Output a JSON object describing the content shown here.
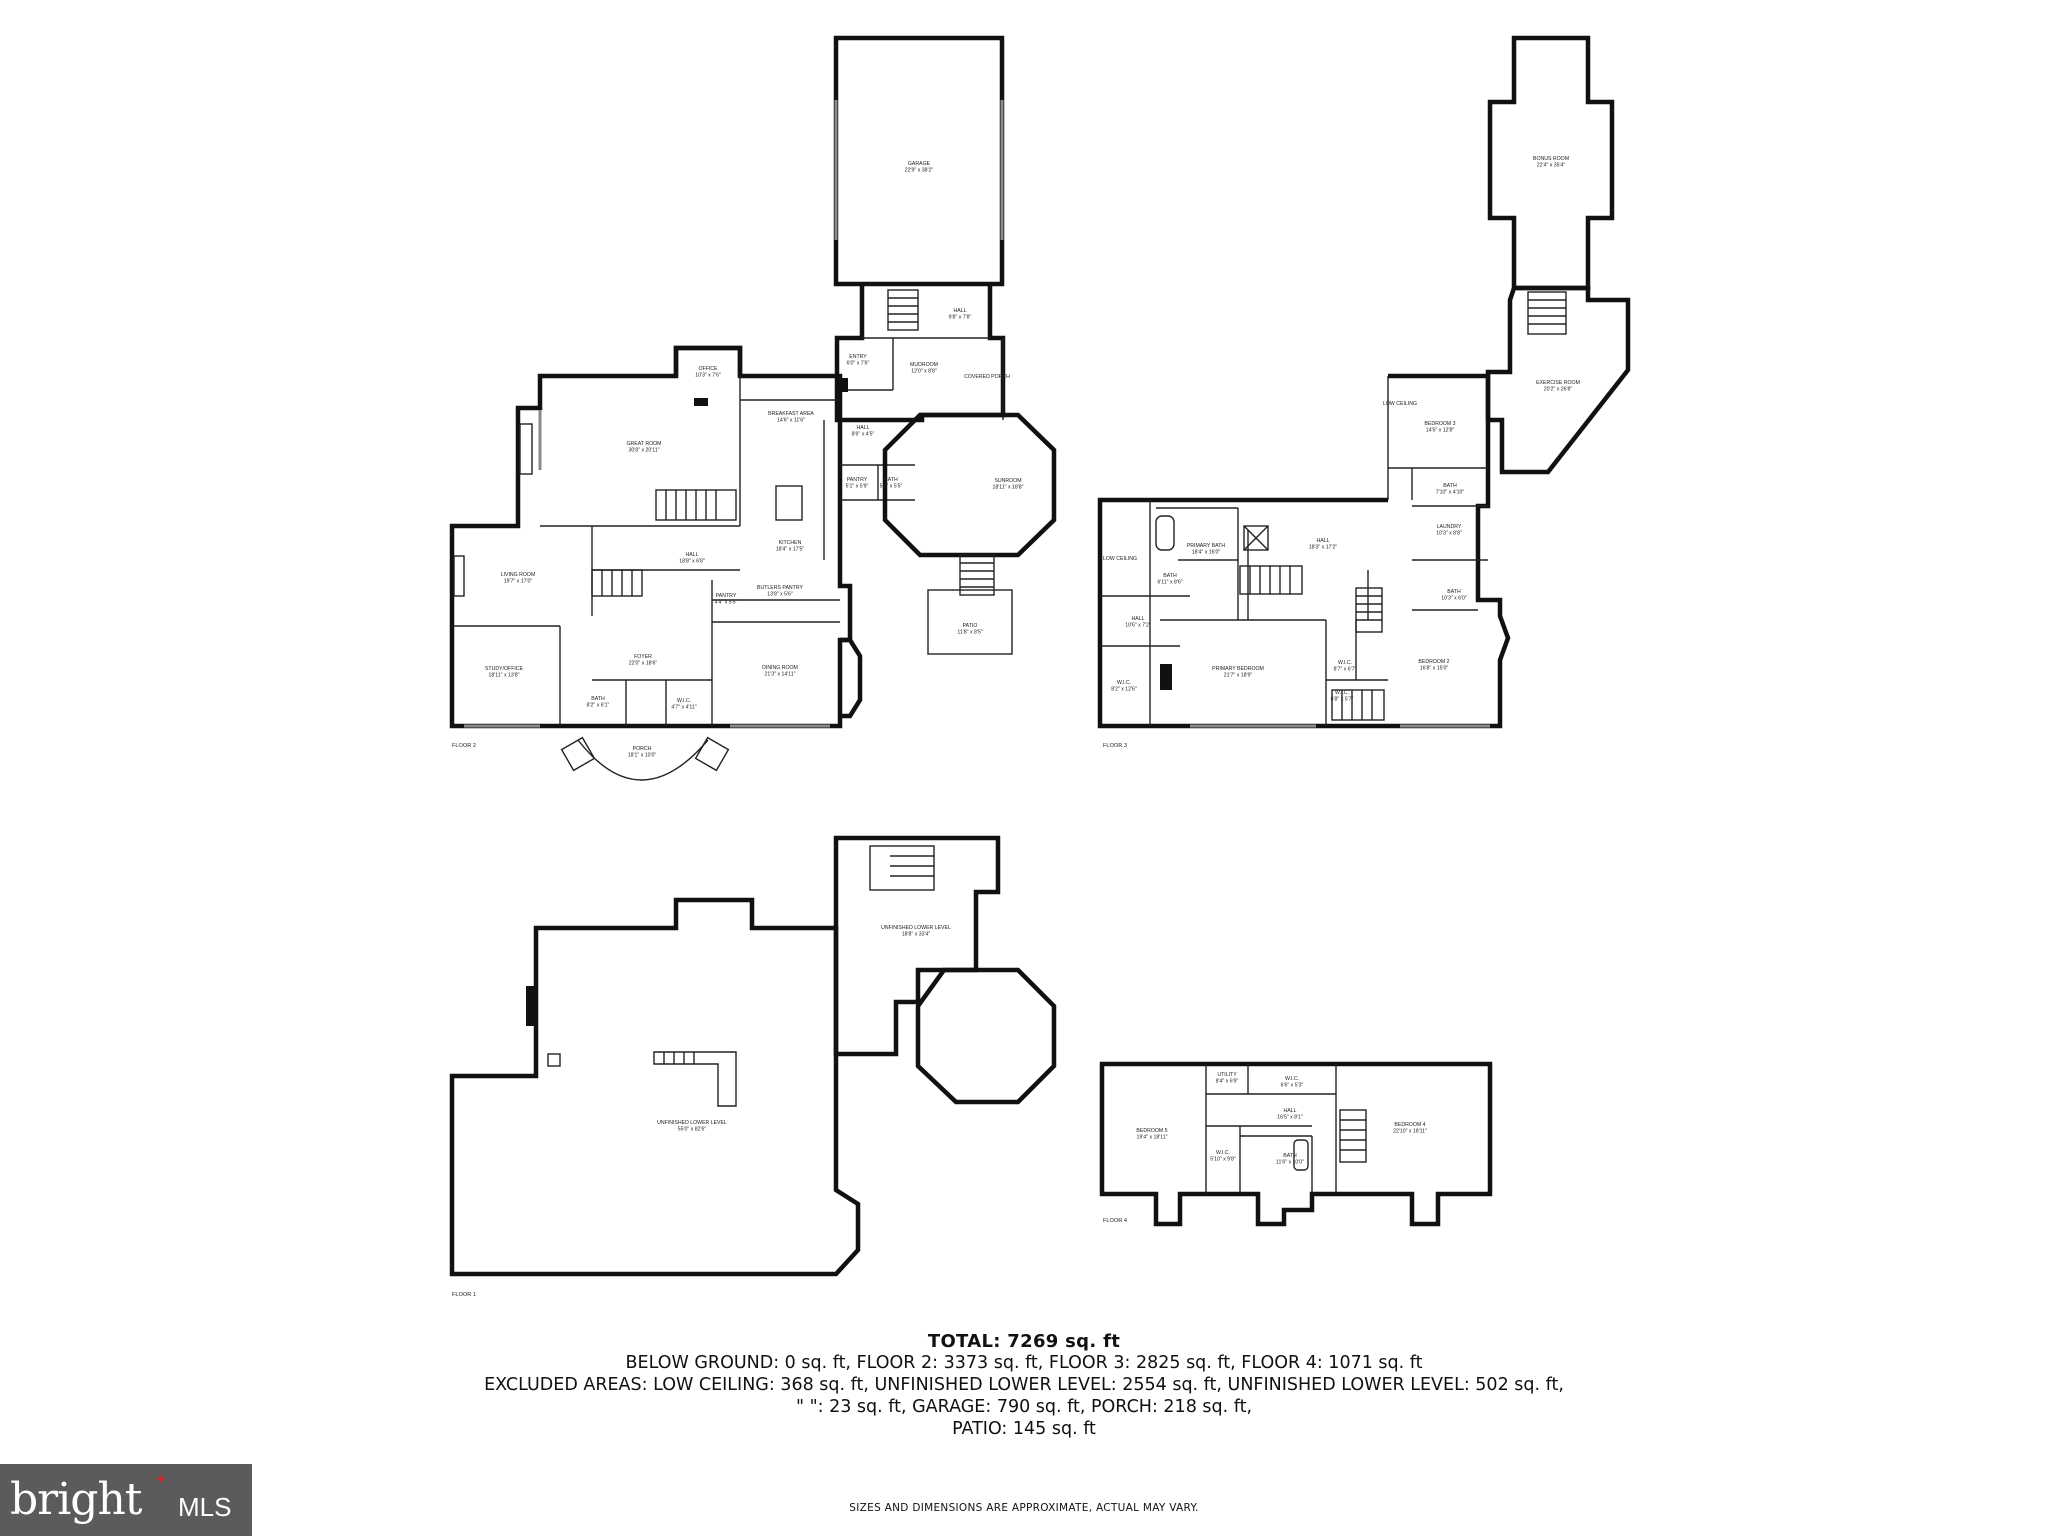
{
  "floors": {
    "floor2": {
      "label": "FLOOR 2",
      "rooms": [
        {
          "name": "GARAGE",
          "dims": "22'9\" x 38'2\""
        },
        {
          "name": "HALL",
          "dims": "9'8\" x 7'8\""
        },
        {
          "name": "ENTRY",
          "dims": "6'0\" x 7'6\""
        },
        {
          "name": "MUDROOM",
          "dims": "12'0\" x 8'8\""
        },
        {
          "name": "COVERED PORCH",
          "dims": ""
        },
        {
          "name": "OFFICE",
          "dims": "10'3\" x 7'6\""
        },
        {
          "name": "BREAKFAST AREA",
          "dims": "14'6\" x 11'6\""
        },
        {
          "name": "GREAT ROOM",
          "dims": "30'8\" x 20'11\""
        },
        {
          "name": "HALL",
          "dims": "8'6\" x 4'5\""
        },
        {
          "name": "PANTRY",
          "dims": "5'1\" x 5'9\""
        },
        {
          "name": "BATH",
          "dims": "5'6\" x 5'5\""
        },
        {
          "name": "SUNROOM",
          "dims": "18'11\" x 18'8\""
        },
        {
          "name": "KITCHEN",
          "dims": "18'4\" x 17'5\""
        },
        {
          "name": "LIVING ROOM",
          "dims": "19'7\" x 17'0\""
        },
        {
          "name": "HALL",
          "dims": "18'8\" x 6'8\""
        },
        {
          "name": "PANTRY",
          "dims": "4'4\" x 5'5\""
        },
        {
          "name": "BUTLERS PANTRY",
          "dims": "13'8\" x 5'6\""
        },
        {
          "name": "PATIO",
          "dims": "11'8\" x 8'5\""
        },
        {
          "name": "STUDY/OFFICE",
          "dims": "18'11\" x 13'8\""
        },
        {
          "name": "FOYER",
          "dims": "22'0\" x 18'6\""
        },
        {
          "name": "DINING ROOM",
          "dims": "21'3\" x 14'11\""
        },
        {
          "name": "BATH",
          "dims": "8'2\" x 6'1\""
        },
        {
          "name": "W.I.C.",
          "dims": "4'7\" x 4'11\""
        },
        {
          "name": "PORCH",
          "dims": "18'1\" x 10'0\""
        }
      ]
    },
    "floor3": {
      "label": "FLOOR 3",
      "rooms": [
        {
          "name": "BONUS ROOM",
          "dims": "22'4\" x 35'4\""
        },
        {
          "name": "EXERCISE ROOM",
          "dims": "20'2\" x 26'8\""
        },
        {
          "name": "BEDROOM 3",
          "dims": "14'5\" x 12'8\""
        },
        {
          "name": "BATH",
          "dims": "7'10\" x 4'10\""
        },
        {
          "name": "LOW CEILING",
          "dims": ""
        },
        {
          "name": "LAUNDRY",
          "dims": "10'3\" x 8'8\""
        },
        {
          "name": "PRIMARY BATH",
          "dims": "18'4\" x 16'0\""
        },
        {
          "name": "HALL",
          "dims": "18'3\" x 17'2\""
        },
        {
          "name": "LOW CEILING",
          "dims": ""
        },
        {
          "name": "BATH",
          "dims": "6'11\" x 8'6\""
        },
        {
          "name": "BATH",
          "dims": "10'3\" x 6'0\""
        },
        {
          "name": "HALL",
          "dims": "10'6\" x 7'2\""
        },
        {
          "name": "PRIMARY BEDROOM",
          "dims": "21'7\" x 18'9\""
        },
        {
          "name": "W.I.C.",
          "dims": "8'7\" x 6'7\""
        },
        {
          "name": "BEDROOM 2",
          "dims": "16'8\" x 15'0\""
        },
        {
          "name": "W.I.C.",
          "dims": "8'2\" x 12'6\""
        },
        {
          "name": "W.I.C.",
          "dims": "6'8\" x 5'7\""
        }
      ]
    },
    "floor1": {
      "label": "FLOOR 1",
      "rooms": [
        {
          "name": "UNFINISHED LOWER LEVEL",
          "dims": "18'8\" x 33'4\""
        },
        {
          "name": "UNFINISHED LOWER LEVEL",
          "dims": "55'0\" x 82'6\""
        }
      ]
    },
    "floor4": {
      "label": "FLOOR 4",
      "rooms": [
        {
          "name": "UTILITY",
          "dims": "8'4\" x 6'9\""
        },
        {
          "name": "W.I.C.",
          "dims": "6'6\" x 5'3\""
        },
        {
          "name": "HALL",
          "dims": "16'5\" x 8'1\""
        },
        {
          "name": "BEDROOM 5",
          "dims": "19'4\" x 18'11\""
        },
        {
          "name": "BEDROOM 4",
          "dims": "22'10\" x 18'11\""
        },
        {
          "name": "W.I.C.",
          "dims": "5'10\" x 9'8\""
        },
        {
          "name": "BATH",
          "dims": "11'6\" x 10'0\""
        }
      ]
    }
  },
  "totals": {
    "total": "TOTAL: 7269 sq. ft",
    "line1": "BELOW GROUND: 0 sq. ft, FLOOR 2: 3373 sq. ft, FLOOR 3: 2825 sq. ft, FLOOR 4: 1071 sq. ft",
    "line2": "EXCLUDED AREAS: LOW CEILING: 368 sq. ft, UNFINISHED LOWER LEVEL: 2554 sq. ft, UNFINISHED LOWER LEVEL: 502 sq. ft,",
    "line3": "\" \": 23 sq. ft, GARAGE: 790 sq. ft, PORCH: 218 sq. ft,",
    "line4": "PATIO: 145 sq. ft"
  },
  "disclaimer": "SIZES AND DIMENSIONS ARE APPROXIMATE, ACTUAL MAY VARY.",
  "logo": {
    "brand": "bright",
    "suffix": "MLS",
    "background": "#5b5b5b",
    "accent": "#d6222a"
  }
}
